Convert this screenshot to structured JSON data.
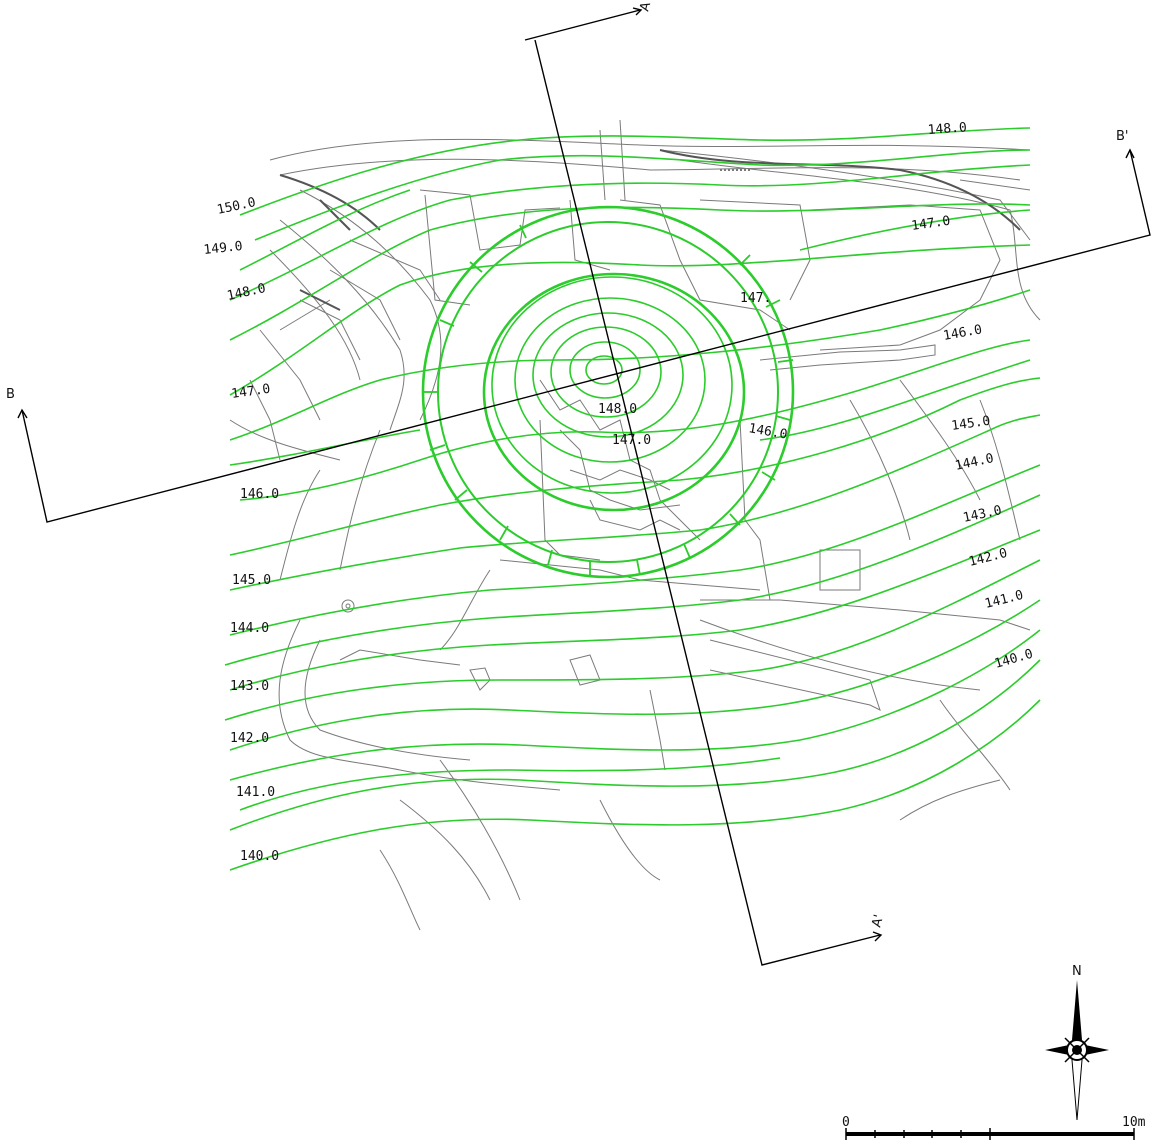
{
  "contour_labels": [
    "150.0",
    "149.0",
    "148.0",
    "147.0",
    "146.0",
    "145.0",
    "144.0",
    "143.0",
    "142.0",
    "141.0",
    "140.0"
  ],
  "right_labels": [
    "148.0",
    "147.0",
    "146.0",
    "145.0",
    "144.0",
    "143.0",
    "142.0",
    "141.0",
    "140.0"
  ],
  "inner_labels": [
    "147.",
    "146.0",
    "148.0",
    "147.0"
  ],
  "section_labels": {
    "a": "A",
    "a_prime": "A'",
    "b": "B",
    "b_prime": "B'"
  },
  "north_label": "N",
  "scale_bar": {
    "start": "0",
    "end": "10m"
  },
  "colors": {
    "contour": "#2bcc2b",
    "feature": "#777777",
    "section": "#000000"
  },
  "icons": [
    "north-arrow-icon"
  ]
}
